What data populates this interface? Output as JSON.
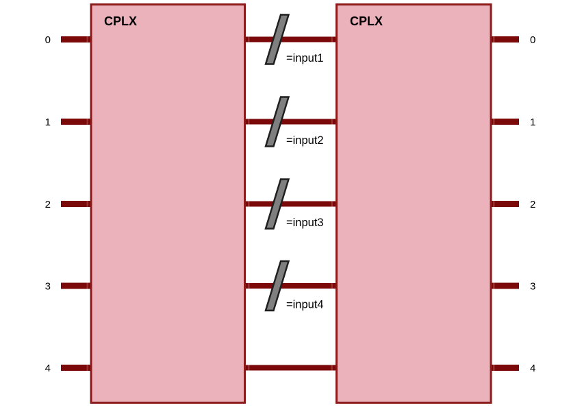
{
  "diagram": {
    "type": "schematic",
    "colors": {
      "background": "#ffffff",
      "block_fill": "#ecb2bc",
      "block_border": "#8b1a1a",
      "wire": "#7b0909",
      "switch_fill": "#7f7f7f",
      "switch_outline": "#1f1f1f",
      "text": "#000000"
    },
    "blocks": {
      "left": {
        "label": "CPLX"
      },
      "right": {
        "label": "CPLX"
      }
    },
    "pins": {
      "left": [
        "0",
        "1",
        "2",
        "3",
        "4"
      ],
      "right": [
        "0",
        "1",
        "2",
        "3",
        "4"
      ]
    },
    "switches": [
      {
        "label": "=input1",
        "row": "0"
      },
      {
        "label": "=input2",
        "row": "1"
      },
      {
        "label": "=input3",
        "row": "2"
      },
      {
        "label": "=input4",
        "row": "3"
      }
    ]
  }
}
